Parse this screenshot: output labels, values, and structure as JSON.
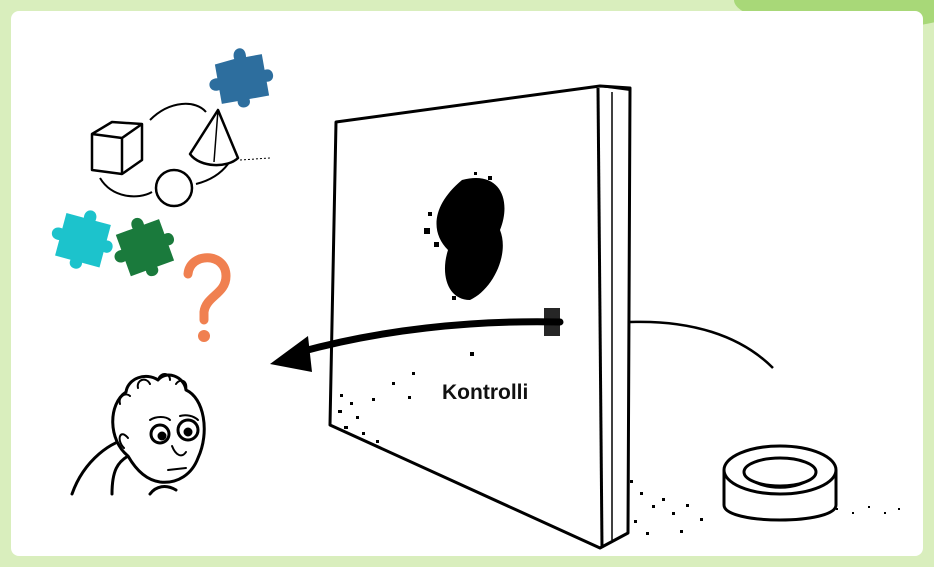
{
  "slide": {
    "label_text": "Kontrolli",
    "colors": {
      "frame": "#d9eebd",
      "panel": "#ffffff",
      "ink": "#000000",
      "puzzle_blue": "#2d6e9e",
      "puzzle_cyan": "#1cc3cc",
      "puzzle_green": "#1a7a3c",
      "question_mark": "#f08050"
    },
    "icons": [
      "puzzle-piece-icon",
      "question-mark-icon",
      "worried-man-icon",
      "magnet-ring-icon",
      "wall-panel",
      "shapes-cube-cone-sphere"
    ]
  }
}
